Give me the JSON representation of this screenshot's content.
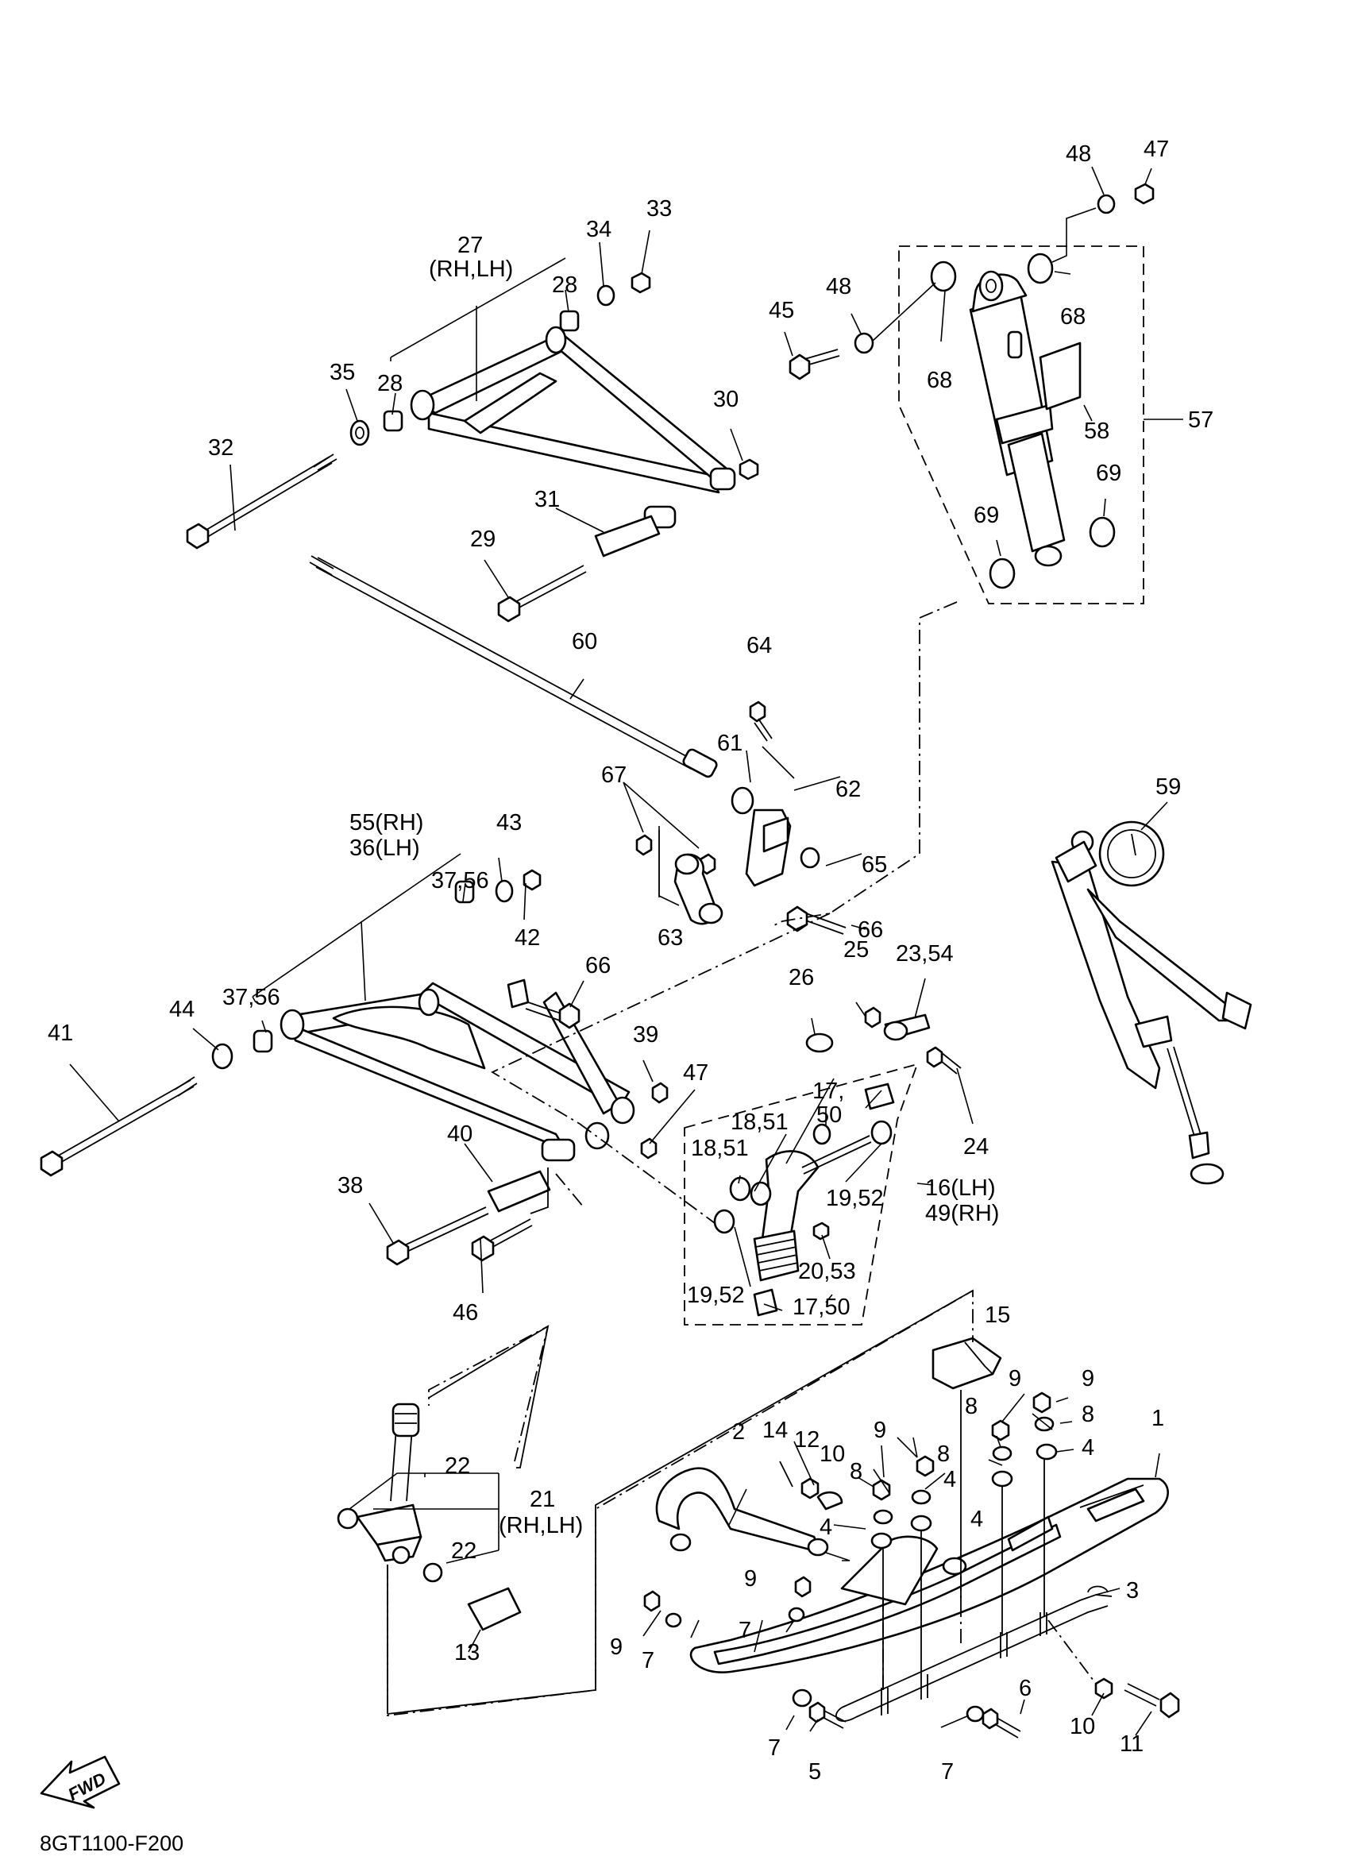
{
  "figure_code": "8GT1100-F200",
  "fwd_label": "FWD",
  "labels": {
    "l27": "27",
    "l27b": "(RH,LH)",
    "l28a": "28",
    "l28b": "28",
    "l29": "29",
    "l30": "30",
    "l31": "31",
    "l32": "32",
    "l33": "33",
    "l34": "34",
    "l35": "35",
    "l45": "45",
    "l47a": "47",
    "l48a": "48",
    "l48b": "48",
    "l68a": "68",
    "l68b": "68",
    "l57": "57",
    "l58": "58",
    "l69a": "69",
    "l69b": "69",
    "l60": "60",
    "l64": "64",
    "l61": "61",
    "l62": "62",
    "l65": "65",
    "l66a": "66",
    "l67": "67",
    "l63": "63",
    "l59": "59",
    "l55": "55(RH)",
    "l36": "36(LH)",
    "l43": "43",
    "l3756a": "37,56",
    "l42": "42",
    "l66b": "66",
    "l3756b": "37,56",
    "l44": "44",
    "l41": "41",
    "l39": "39",
    "l47b": "47",
    "l40": "40",
    "l38": "38",
    "l46": "46",
    "l25": "25",
    "l2354": "23,54",
    "l26": "26",
    "l1750a": "17,",
    "l1750a2": "50",
    "l1851a": "18,51",
    "l1851b": "18,51",
    "l24": "24",
    "l1952a": "19,52",
    "l16": "16(LH)",
    "l49": "49(RH)",
    "l2053": "20,53",
    "l1952b": "19,52",
    "l1750b": "17,50",
    "l15": "15",
    "l9a": "9",
    "l9b": "9",
    "l8a": "8",
    "l8b": "8",
    "l4a": "4",
    "l1": "1",
    "l14": "14",
    "l12": "12",
    "l10a": "10",
    "l9c": "9",
    "l8c": "8",
    "l8d": "8",
    "l4b": "4",
    "l4c": "4",
    "l4d": "4",
    "l2": "2",
    "l22a": "22",
    "l21": "21",
    "l21b": "(RH,LH)",
    "l22b": "22",
    "l13": "13",
    "l9d": "9",
    "l7a": "7",
    "l9e": "9",
    "l7b": "7",
    "l3": "3",
    "l6": "6",
    "l10b": "10",
    "l11": "11",
    "l7c": "7",
    "l5": "5",
    "l7d": "7"
  }
}
